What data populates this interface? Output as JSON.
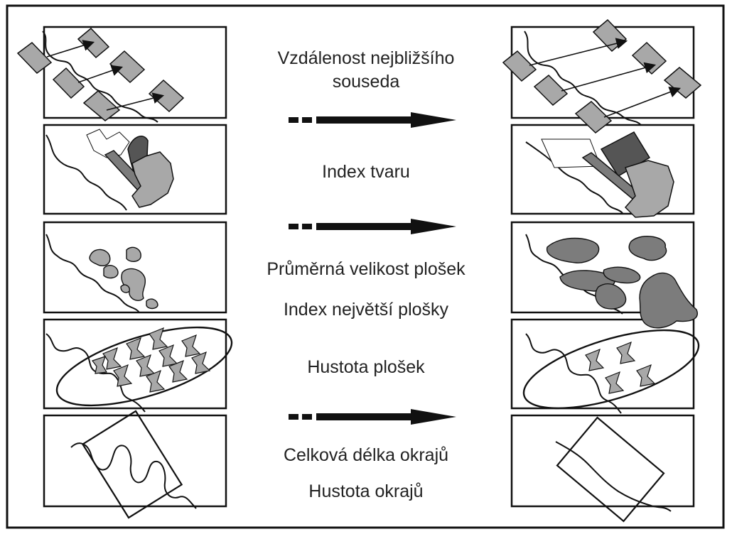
{
  "labels": {
    "nearest_neighbor": "Vzdálenost nejbližšího souseda",
    "shape_index": "Index tvaru",
    "mean_patch_size": "Průměrná velikost plošek",
    "largest_patch_index": "Index největší plošky",
    "patch_density": "Hustota plošek",
    "total_edge": "Celková délka okrajů",
    "edge_density": "Hustota okrajů"
  },
  "colors": {
    "patch_light": "#a8a8a8",
    "patch_dark": "#7c7c7c",
    "patch_darkest": "#555555",
    "stroke": "#111111",
    "background": "#ffffff"
  }
}
